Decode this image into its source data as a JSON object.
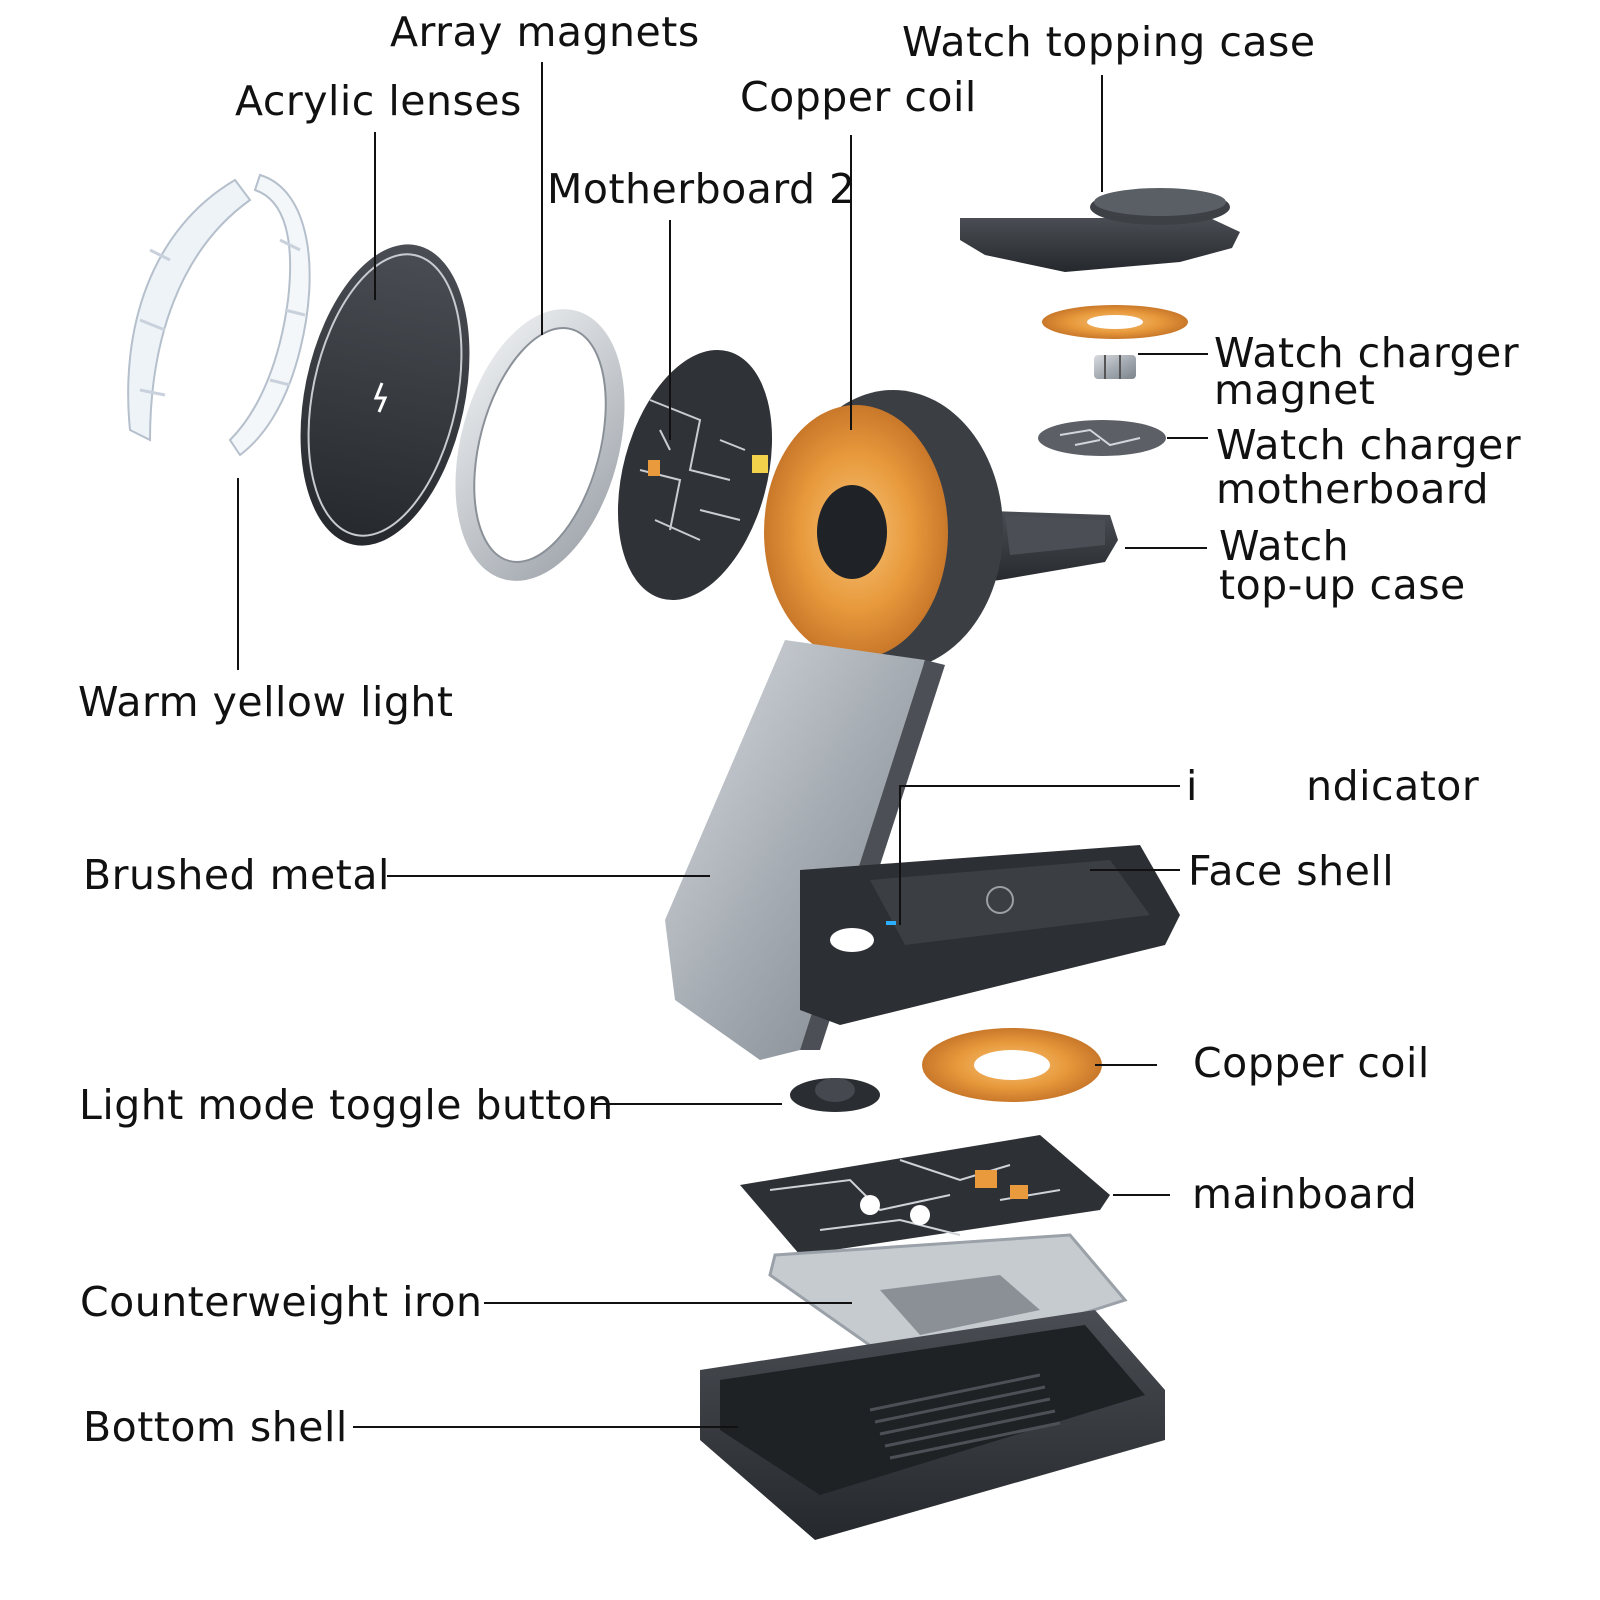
{
  "labels": {
    "array_magnets": "Array magnets",
    "watch_topping_case": "Watch topping case",
    "acrylic_lenses": "Acrylic lenses",
    "copper_coil_top": "Copper coil",
    "motherboard_2": "Motherboard 2",
    "watch_charger_magnet_line1": "Watch charger",
    "watch_charger_magnet_line2": "magnet",
    "watch_charger_motherboard_line1": "Watch charger",
    "watch_charger_motherboard_line2": "motherboard",
    "watch_topup_case_line1": "Watch",
    "watch_topup_case_line2": "top-up case",
    "warm_yellow_light": "Warm yellow light",
    "indicator": "i        ndicator",
    "brushed_metal": "Brushed metal",
    "face_shell": "Face shell",
    "copper_coil_bottom": "Copper coil",
    "light_mode_toggle_button": "Light mode toggle button",
    "mainboard": "mainboard",
    "counterweight_iron": "Counterweight iron",
    "bottom_shell": "Bottom shell"
  },
  "colors": {
    "copper": "#e29a45",
    "dark_gray": "#3a3d42",
    "metal": "#b6bcc2",
    "indicator_blue": "#2ab0ff"
  }
}
